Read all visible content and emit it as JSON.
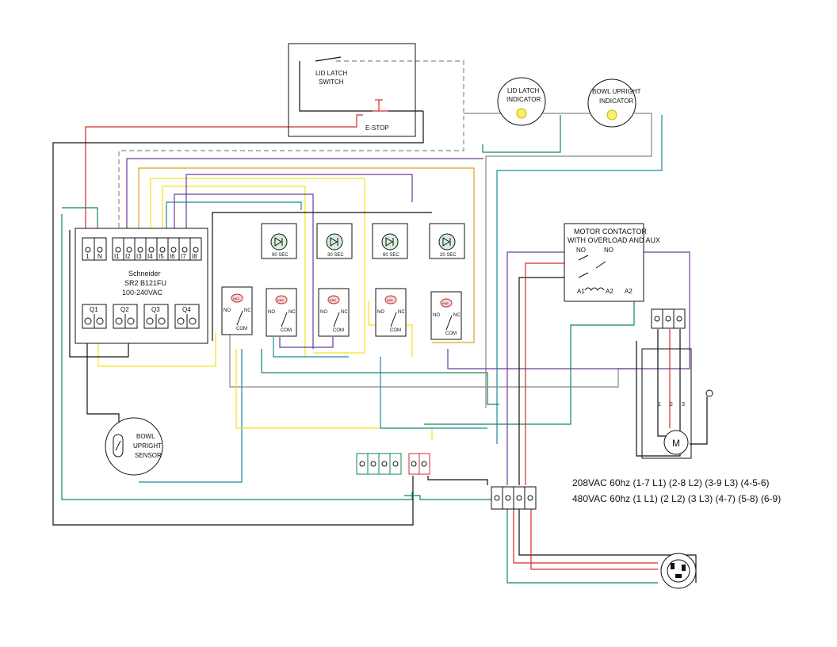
{
  "lid_latch": {
    "line1": "LID LATCH",
    "line2": "SWITCH"
  },
  "estop": {
    "label": "E-STOP"
  },
  "lid_latch_indicator": {
    "line1": "LID LATCH",
    "line2": "INDICATOR"
  },
  "bowl_upright_indicator": {
    "line1": "BOWL UPRIGHT",
    "line2": "INDICATOR"
  },
  "plc": {
    "brand": "Schneider",
    "model": "SR2 B121FU",
    "voltage": "100-240VAC",
    "power_terminals": [
      "1",
      "N"
    ],
    "inputs": [
      "I1",
      "I2",
      "I3",
      "I4",
      "I5",
      "I6",
      "I7",
      "I8"
    ],
    "outputs": [
      "Q1",
      "Q2",
      "Q3",
      "Q4"
    ]
  },
  "timers": [
    "90 SEC",
    "30 SEC",
    "60 SEC",
    "20 SEC"
  ],
  "relays": [
    {
      "coil": "KA1",
      "no": "NO",
      "nc": "NC",
      "com": "COM"
    },
    {
      "coil": "KA2",
      "no": "NO",
      "nc": "NC",
      "com": "COM"
    },
    {
      "coil": "KA3",
      "no": "NO",
      "nc": "NC",
      "com": "COM"
    },
    {
      "coil": "KA4",
      "no": "NO",
      "nc": "NC",
      "com": "COM"
    },
    {
      "coil": "KA5",
      "no": "NO",
      "nc": "NC",
      "com": "COM"
    }
  ],
  "contactor": {
    "line1": "MOTOR CONTACTOR",
    "line2": "WITH OVERLOAD AND AUX",
    "no1": "NO",
    "no2": "NO",
    "a1": "A1",
    "a2a": "A2",
    "a2b": "A2"
  },
  "motor": {
    "label": "M",
    "terminals": [
      "1",
      "2",
      "3"
    ]
  },
  "bowl_sensor": {
    "line1": "BOWL",
    "line2": "UPRIGHT",
    "line3": "SENSOR"
  },
  "notes": {
    "line1": "208VAC 60hz (1-7 L1) (2-8 L2) (3-9 L3) (4-5-6)",
    "line2": "480VAC 60hz (1 L1) (2 L2) (3 L3) (4-7) (5-8) (6-9)"
  },
  "colors": {
    "red": "#d22b2b",
    "black": "#111111",
    "green": "#0d8a4a",
    "teal": "#1a8aa0",
    "yellow": "#f2e21a",
    "gold": "#e0a020",
    "purple": "#6a3aa0",
    "gray": "#8a8a8a"
  }
}
